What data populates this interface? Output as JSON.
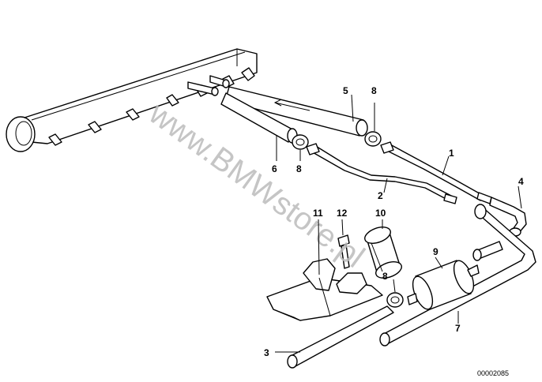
{
  "watermark": "www.BMWstore.pl",
  "document_number": "00002085",
  "callouts": [
    {
      "id": "c1",
      "label": "1"
    },
    {
      "id": "c2",
      "label": "2"
    },
    {
      "id": "c3",
      "label": "3"
    },
    {
      "id": "c4",
      "label": "4"
    },
    {
      "id": "c5",
      "label": "5"
    },
    {
      "id": "c6",
      "label": "6"
    },
    {
      "id": "c7",
      "label": "7"
    },
    {
      "id": "c8a",
      "label": "8"
    },
    {
      "id": "c8b",
      "label": "8"
    },
    {
      "id": "c8c",
      "label": "8"
    },
    {
      "id": "c9",
      "label": "9"
    },
    {
      "id": "c10",
      "label": "10"
    },
    {
      "id": "c11",
      "label": "11"
    },
    {
      "id": "c12",
      "label": "12"
    }
  ]
}
